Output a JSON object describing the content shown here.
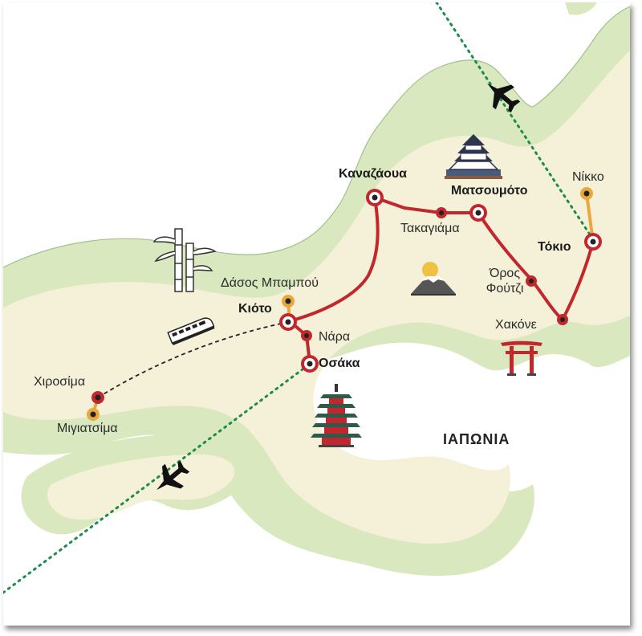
{
  "map": {
    "country_label": "ΙΑΠΩΝΙΑ",
    "colors": {
      "sea": "#ffffff",
      "land": "#f5f0d8",
      "coast_band": "#d9e8be",
      "route": "#c1272d",
      "side_trip": "#e8a83c",
      "flight_path": "#1e8a4c",
      "rail_path": "#222222"
    },
    "cities": [
      {
        "name": "Καναζάουα",
        "stop_type": "main",
        "bold": true
      },
      {
        "name": "Ματσουμότο",
        "stop_type": "main",
        "bold": true
      },
      {
        "name": "Τακαγιάμα",
        "stop_type": "minor",
        "bold": false
      },
      {
        "name": "Νίκκο",
        "stop_type": "side",
        "bold": false
      },
      {
        "name": "Τόκιο",
        "stop_type": "main",
        "bold": true
      },
      {
        "name": "Όρος Φούτζι",
        "stop_type": "minor",
        "bold": false
      },
      {
        "name": "Χακόνε",
        "stop_type": "minor",
        "bold": false
      },
      {
        "name": "Δάσος Μπαμπού",
        "stop_type": "side",
        "bold": false
      },
      {
        "name": "Κιότο",
        "stop_type": "main",
        "bold": true
      },
      {
        "name": "Νάρα",
        "stop_type": "minor",
        "bold": false
      },
      {
        "name": "Οσάκα",
        "stop_type": "main",
        "bold": true
      },
      {
        "name": "Χιροσίμα",
        "stop_type": "minor",
        "bold": false
      },
      {
        "name": "Μιγιατσίμα",
        "stop_type": "side",
        "bold": false
      }
    ],
    "icons": [
      "airplane-icon",
      "airplane-icon",
      "castle-icon",
      "mount-fuji-icon",
      "bamboo-icon",
      "train-icon",
      "torii-gate-icon",
      "pagoda-icon"
    ]
  }
}
